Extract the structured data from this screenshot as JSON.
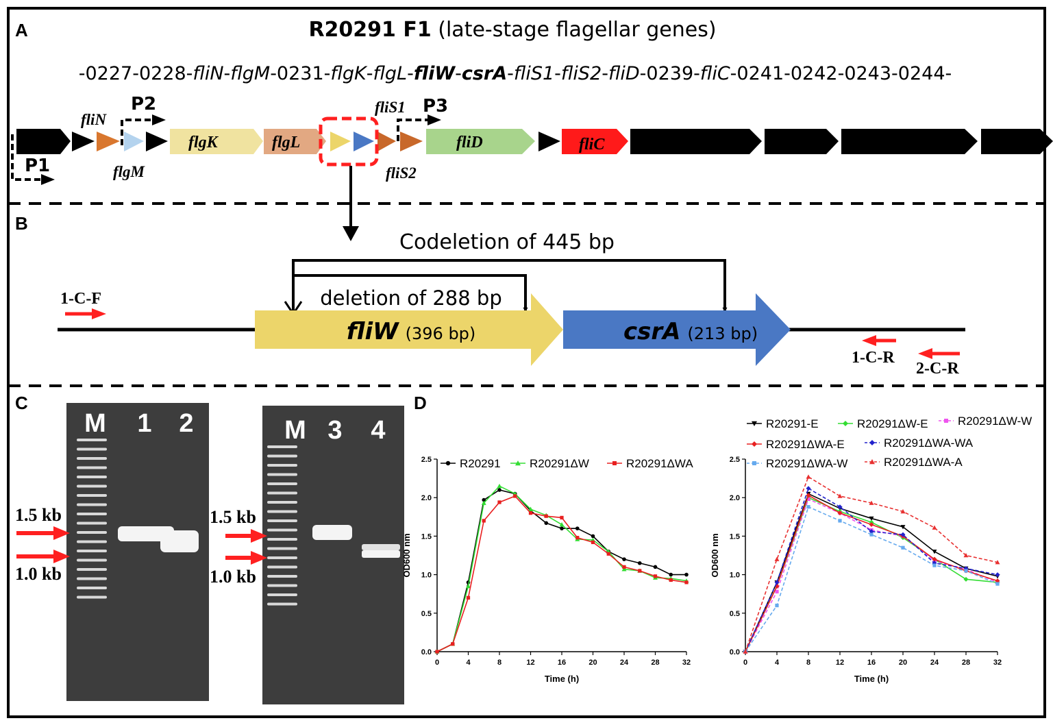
{
  "panel_a": {
    "letter": "A",
    "title_bold": "R20291 F1",
    "title_rest": " (late-stage flagellar genes)",
    "gene_order": [
      {
        "t": "-0227-0228-",
        "s": "n"
      },
      {
        "t": "fliN",
        "s": "i"
      },
      {
        "t": "-",
        "s": "n"
      },
      {
        "t": "flgM",
        "s": "i"
      },
      {
        "t": "-0231-",
        "s": "n"
      },
      {
        "t": "flgK",
        "s": "i"
      },
      {
        "t": "-",
        "s": "n"
      },
      {
        "t": "flgL",
        "s": "i"
      },
      {
        "t": "-",
        "s": "n"
      },
      {
        "t": "fliW",
        "s": "bi"
      },
      {
        "t": "-",
        "s": "n"
      },
      {
        "t": "csrA",
        "s": "bi"
      },
      {
        "t": "-",
        "s": "n"
      },
      {
        "t": "fliS1",
        "s": "i"
      },
      {
        "t": "-",
        "s": "n"
      },
      {
        "t": "fliS2",
        "s": "i"
      },
      {
        "t": "-",
        "s": "n"
      },
      {
        "t": "fliD",
        "s": "i"
      },
      {
        "t": "-0239-",
        "s": "n"
      },
      {
        "t": "fliC",
        "s": "i"
      },
      {
        "t": "-0241-0242-0243-0244-",
        "s": "n"
      }
    ],
    "gene_labels": {
      "fliN": "fliN",
      "flgM": "flgM",
      "flgK": "flgK",
      "flgL": "flgL",
      "fliS1": "fliS1",
      "fliS2": "fliS2",
      "fliD": "fliD",
      "fliC": "fliC"
    },
    "promoters": {
      "p1": "P1",
      "p2": "P2",
      "p3": "P3"
    },
    "colors": {
      "black_gene": "#000000",
      "fliN": "#d9772e",
      "flgM": "#b4d3ee",
      "flgK": "#f0e3a0",
      "flgL": "#e2a882",
      "fliW": "#ecd56a",
      "csrA": "#4a78c4",
      "fliS": "#c8682a",
      "fliD": "#a8d48c",
      "fliC": "#ff1a1a",
      "highlight": "#ff2020",
      "primer": "#ff2020"
    }
  },
  "panel_b": {
    "letter": "B",
    "codeletion": "Codeletion of 445 bp",
    "deletion": "deletion of 288 bp",
    "fliW_name": "fliW",
    "fliW_size": "(396 bp)",
    "csrA_name": "csrA",
    "csrA_size": "(213 bp)",
    "primers": {
      "f": "1-C-F",
      "r1": "1-C-R",
      "r2": "2-C-R"
    }
  },
  "panel_c": {
    "letter": "C",
    "gel1_lanes": [
      "M",
      "1",
      "2"
    ],
    "gel2_lanes": [
      "M",
      "3",
      "4"
    ],
    "marker_high": "1.5 kb",
    "marker_low": "1.0 kb"
  },
  "panel_d": {
    "letter": "D"
  },
  "chart_data": [
    {
      "type": "line",
      "xlabel": "Time (h)",
      "ylabel": "OD600 nm",
      "xlim": [
        0,
        32
      ],
      "ylim": [
        0,
        2.5
      ],
      "xticks": [
        "0",
        "4",
        "8",
        "12",
        "16",
        "20",
        "24",
        "28",
        "32"
      ],
      "yticks": [
        "0.0",
        "0.5",
        "1.0",
        "1.5",
        "2.0",
        "2.5"
      ],
      "legend_position": "top",
      "series": [
        {
          "name": "R20291",
          "color": "#000000",
          "marker": "circle",
          "dash": false,
          "x": [
            0,
            2,
            4,
            6,
            8,
            10,
            12,
            14,
            16,
            18,
            20,
            22,
            24,
            26,
            28,
            30,
            32
          ],
          "y": [
            0.0,
            0.1,
            0.9,
            1.97,
            2.1,
            2.05,
            1.83,
            1.67,
            1.6,
            1.6,
            1.5,
            1.3,
            1.2,
            1.15,
            1.1,
            1.0,
            1.0
          ]
        },
        {
          "name": "R20291ΔW",
          "color": "#33dd33",
          "marker": "triangle",
          "dash": false,
          "x": [
            0,
            2,
            4,
            6,
            8,
            10,
            12,
            14,
            16,
            18,
            20,
            22,
            24,
            26,
            28,
            30,
            32
          ],
          "y": [
            0.0,
            0.1,
            0.85,
            1.93,
            2.15,
            2.05,
            1.85,
            1.77,
            1.65,
            1.46,
            1.45,
            1.3,
            1.07,
            1.05,
            0.96,
            0.95,
            0.92
          ]
        },
        {
          "name": "R20291ΔWA",
          "color": "#e82020",
          "marker": "square",
          "dash": false,
          "x": [
            0,
            2,
            4,
            6,
            8,
            10,
            12,
            14,
            16,
            18,
            20,
            22,
            24,
            26,
            28,
            30,
            32
          ],
          "y": [
            0.0,
            0.1,
            0.7,
            1.7,
            1.94,
            2.02,
            1.8,
            1.76,
            1.74,
            1.48,
            1.42,
            1.27,
            1.1,
            1.05,
            0.98,
            0.93,
            0.9
          ]
        }
      ]
    },
    {
      "type": "line",
      "xlabel": "Time (h)",
      "ylabel": "OD600 nm",
      "xlim": [
        0,
        32
      ],
      "ylim": [
        0,
        2.5
      ],
      "xticks": [
        "0",
        "4",
        "8",
        "12",
        "16",
        "20",
        "24",
        "28",
        "32"
      ],
      "yticks": [
        "0.0",
        "0.5",
        "1.0",
        "1.5",
        "2.0",
        "2.5"
      ],
      "legend_position": "top",
      "series": [
        {
          "name": "R20291-E",
          "color": "#000000",
          "marker": "triangle-down",
          "dash": false,
          "x": [
            0,
            4,
            8,
            12,
            16,
            20,
            24,
            28,
            32
          ],
          "y": [
            0.0,
            0.9,
            2.05,
            1.86,
            1.73,
            1.62,
            1.3,
            1.08,
            0.98
          ]
        },
        {
          "name": "R20291ΔW-E",
          "color": "#33dd33",
          "marker": "diamond",
          "dash": false,
          "x": [
            0,
            4,
            8,
            12,
            16,
            20,
            24,
            28,
            32
          ],
          "y": [
            0.0,
            0.85,
            2.0,
            1.82,
            1.68,
            1.48,
            1.2,
            0.94,
            0.9
          ]
        },
        {
          "name": "R20291ΔW-W",
          "color": "#ee55ee",
          "marker": "square",
          "dash": true,
          "x": [
            0,
            4,
            8,
            12,
            16,
            20,
            24,
            28,
            32
          ],
          "y": [
            0.0,
            0.78,
            1.98,
            1.8,
            1.58,
            1.5,
            1.18,
            1.07,
            0.9
          ]
        },
        {
          "name": "R20291ΔWA-E",
          "color": "#e82020",
          "marker": "diamond",
          "dash": false,
          "x": [
            0,
            4,
            8,
            12,
            16,
            20,
            24,
            28,
            32
          ],
          "y": [
            0.0,
            0.85,
            2.03,
            1.8,
            1.65,
            1.5,
            1.2,
            1.05,
            0.92
          ]
        },
        {
          "name": "R20291ΔWA-WA",
          "color": "#2222cc",
          "marker": "diamond",
          "dash": true,
          "x": [
            0,
            4,
            8,
            12,
            16,
            20,
            24,
            28,
            32
          ],
          "y": [
            0.0,
            0.9,
            2.12,
            1.88,
            1.56,
            1.52,
            1.15,
            1.08,
            1.0
          ]
        },
        {
          "name": "R20291ΔWA-W",
          "color": "#66aaee",
          "marker": "square",
          "dash": true,
          "x": [
            0,
            4,
            8,
            12,
            16,
            20,
            24,
            28,
            32
          ],
          "y": [
            0.0,
            0.6,
            1.88,
            1.7,
            1.52,
            1.35,
            1.12,
            1.05,
            0.88
          ]
        },
        {
          "name": "R20291ΔWA-A",
          "color": "#e83030",
          "marker": "triangle",
          "dash": true,
          "x": [
            0,
            4,
            8,
            12,
            16,
            20,
            24,
            28,
            32
          ],
          "y": [
            0.0,
            1.2,
            2.27,
            2.02,
            1.93,
            1.82,
            1.61,
            1.25,
            1.16
          ]
        }
      ]
    }
  ]
}
